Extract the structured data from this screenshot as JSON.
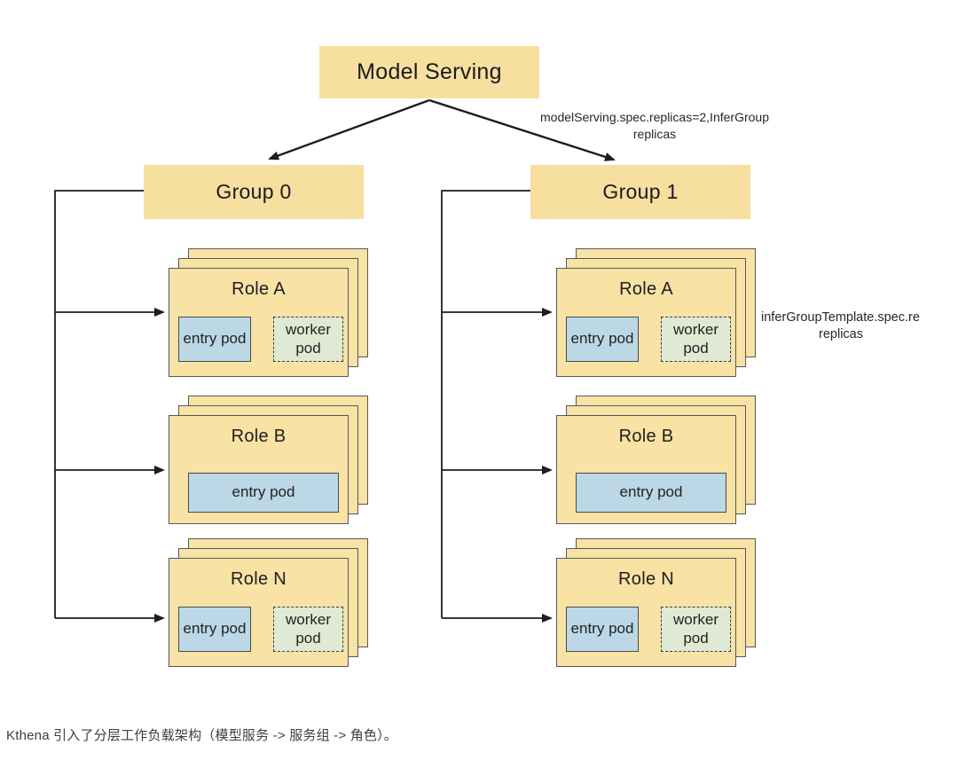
{
  "diagram": {
    "root": {
      "label": "Model Serving"
    },
    "edge_annotation": {
      "line1": "modelServing.spec.replicas=2,InferGroup",
      "line2": "replicas"
    },
    "role_annotation": {
      "line1": "inferGroupTemplate.spec.re",
      "line2": "replicas"
    },
    "groups": [
      {
        "label": "Group 0",
        "roles": [
          {
            "title": "Role A",
            "pods": [
              {
                "type": "entry",
                "label": "entry pod"
              },
              {
                "type": "worker",
                "label": "worker pod"
              }
            ]
          },
          {
            "title": "Role B",
            "pods": [
              {
                "type": "entry",
                "label": "entry pod"
              }
            ]
          },
          {
            "title": "Role N",
            "pods": [
              {
                "type": "entry",
                "label": "entry pod"
              },
              {
                "type": "worker",
                "label": "worker pod"
              }
            ]
          }
        ]
      },
      {
        "label": "Group 1",
        "roles": [
          {
            "title": "Role A",
            "pods": [
              {
                "type": "entry",
                "label": "entry pod"
              },
              {
                "type": "worker",
                "label": "worker pod"
              }
            ]
          },
          {
            "title": "Role B",
            "pods": [
              {
                "type": "entry",
                "label": "entry pod"
              }
            ]
          },
          {
            "title": "Role N",
            "pods": [
              {
                "type": "entry",
                "label": "entry pod"
              },
              {
                "type": "worker",
                "label": "worker pod"
              }
            ]
          }
        ]
      }
    ],
    "colors": {
      "node_fill": "#F7DFA0",
      "card_fill": "#F8E2A4",
      "entry_pod_fill": "#BCD8E6",
      "worker_pod_fill": "#E0E9D3",
      "line": "#1d1d1d"
    }
  },
  "caption": {
    "text": "Kthena 引入了分层工作负载架构（模型服务 -> 服务组 -> 角色）。"
  }
}
